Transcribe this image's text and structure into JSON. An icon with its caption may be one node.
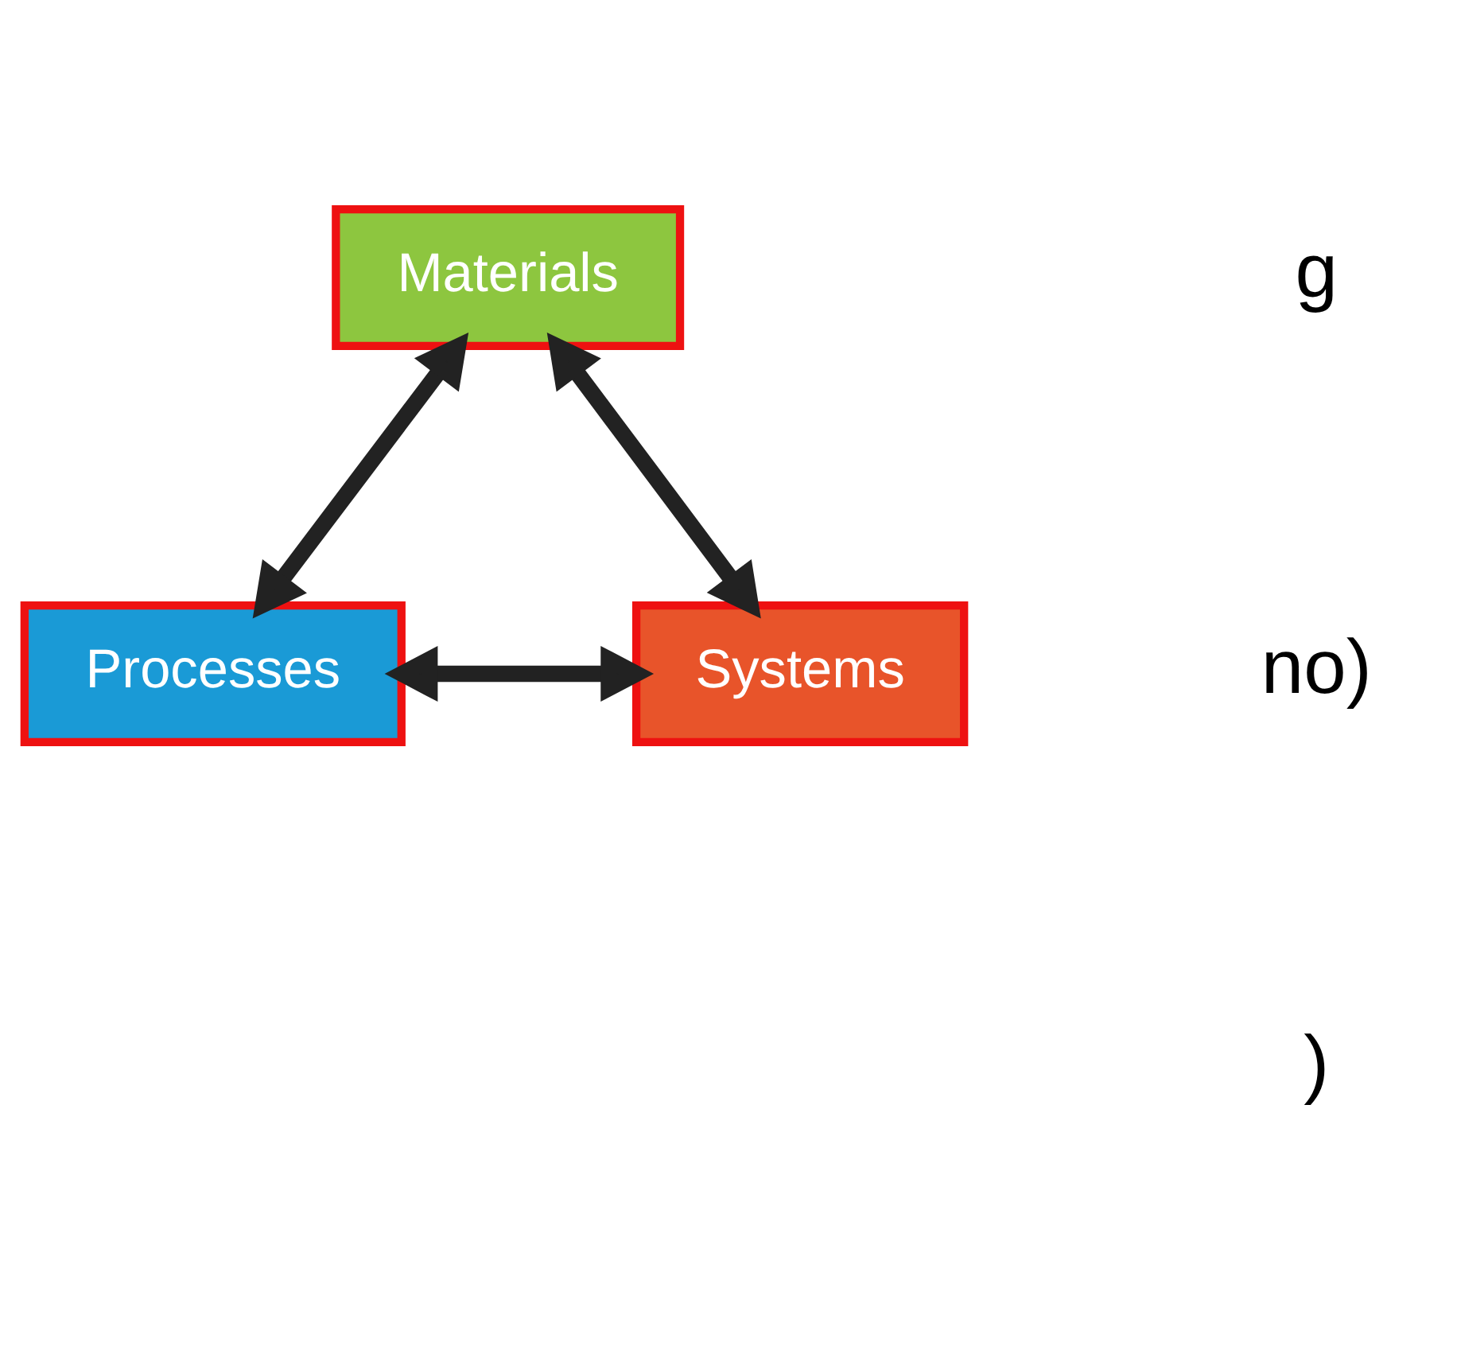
{
  "diagram": {
    "nodes": [
      {
        "text": [
          "Materials"
        ]
      },
      {
        "text": [
          "Systems"
        ]
      },
      {
        "text": [
          "Processes"
        ]
      }
    ],
    "edges": [
      {
        "from": 0,
        "to": 2,
        "arrow": "both"
      },
      {
        "from": 2,
        "to": 1,
        "arrow": "both"
      },
      {
        "from": 1,
        "to": 0,
        "arrow": "both"
      }
    ],
    "labels": [
      "g",
      "no)",
      ")"
    ]
  }
}
